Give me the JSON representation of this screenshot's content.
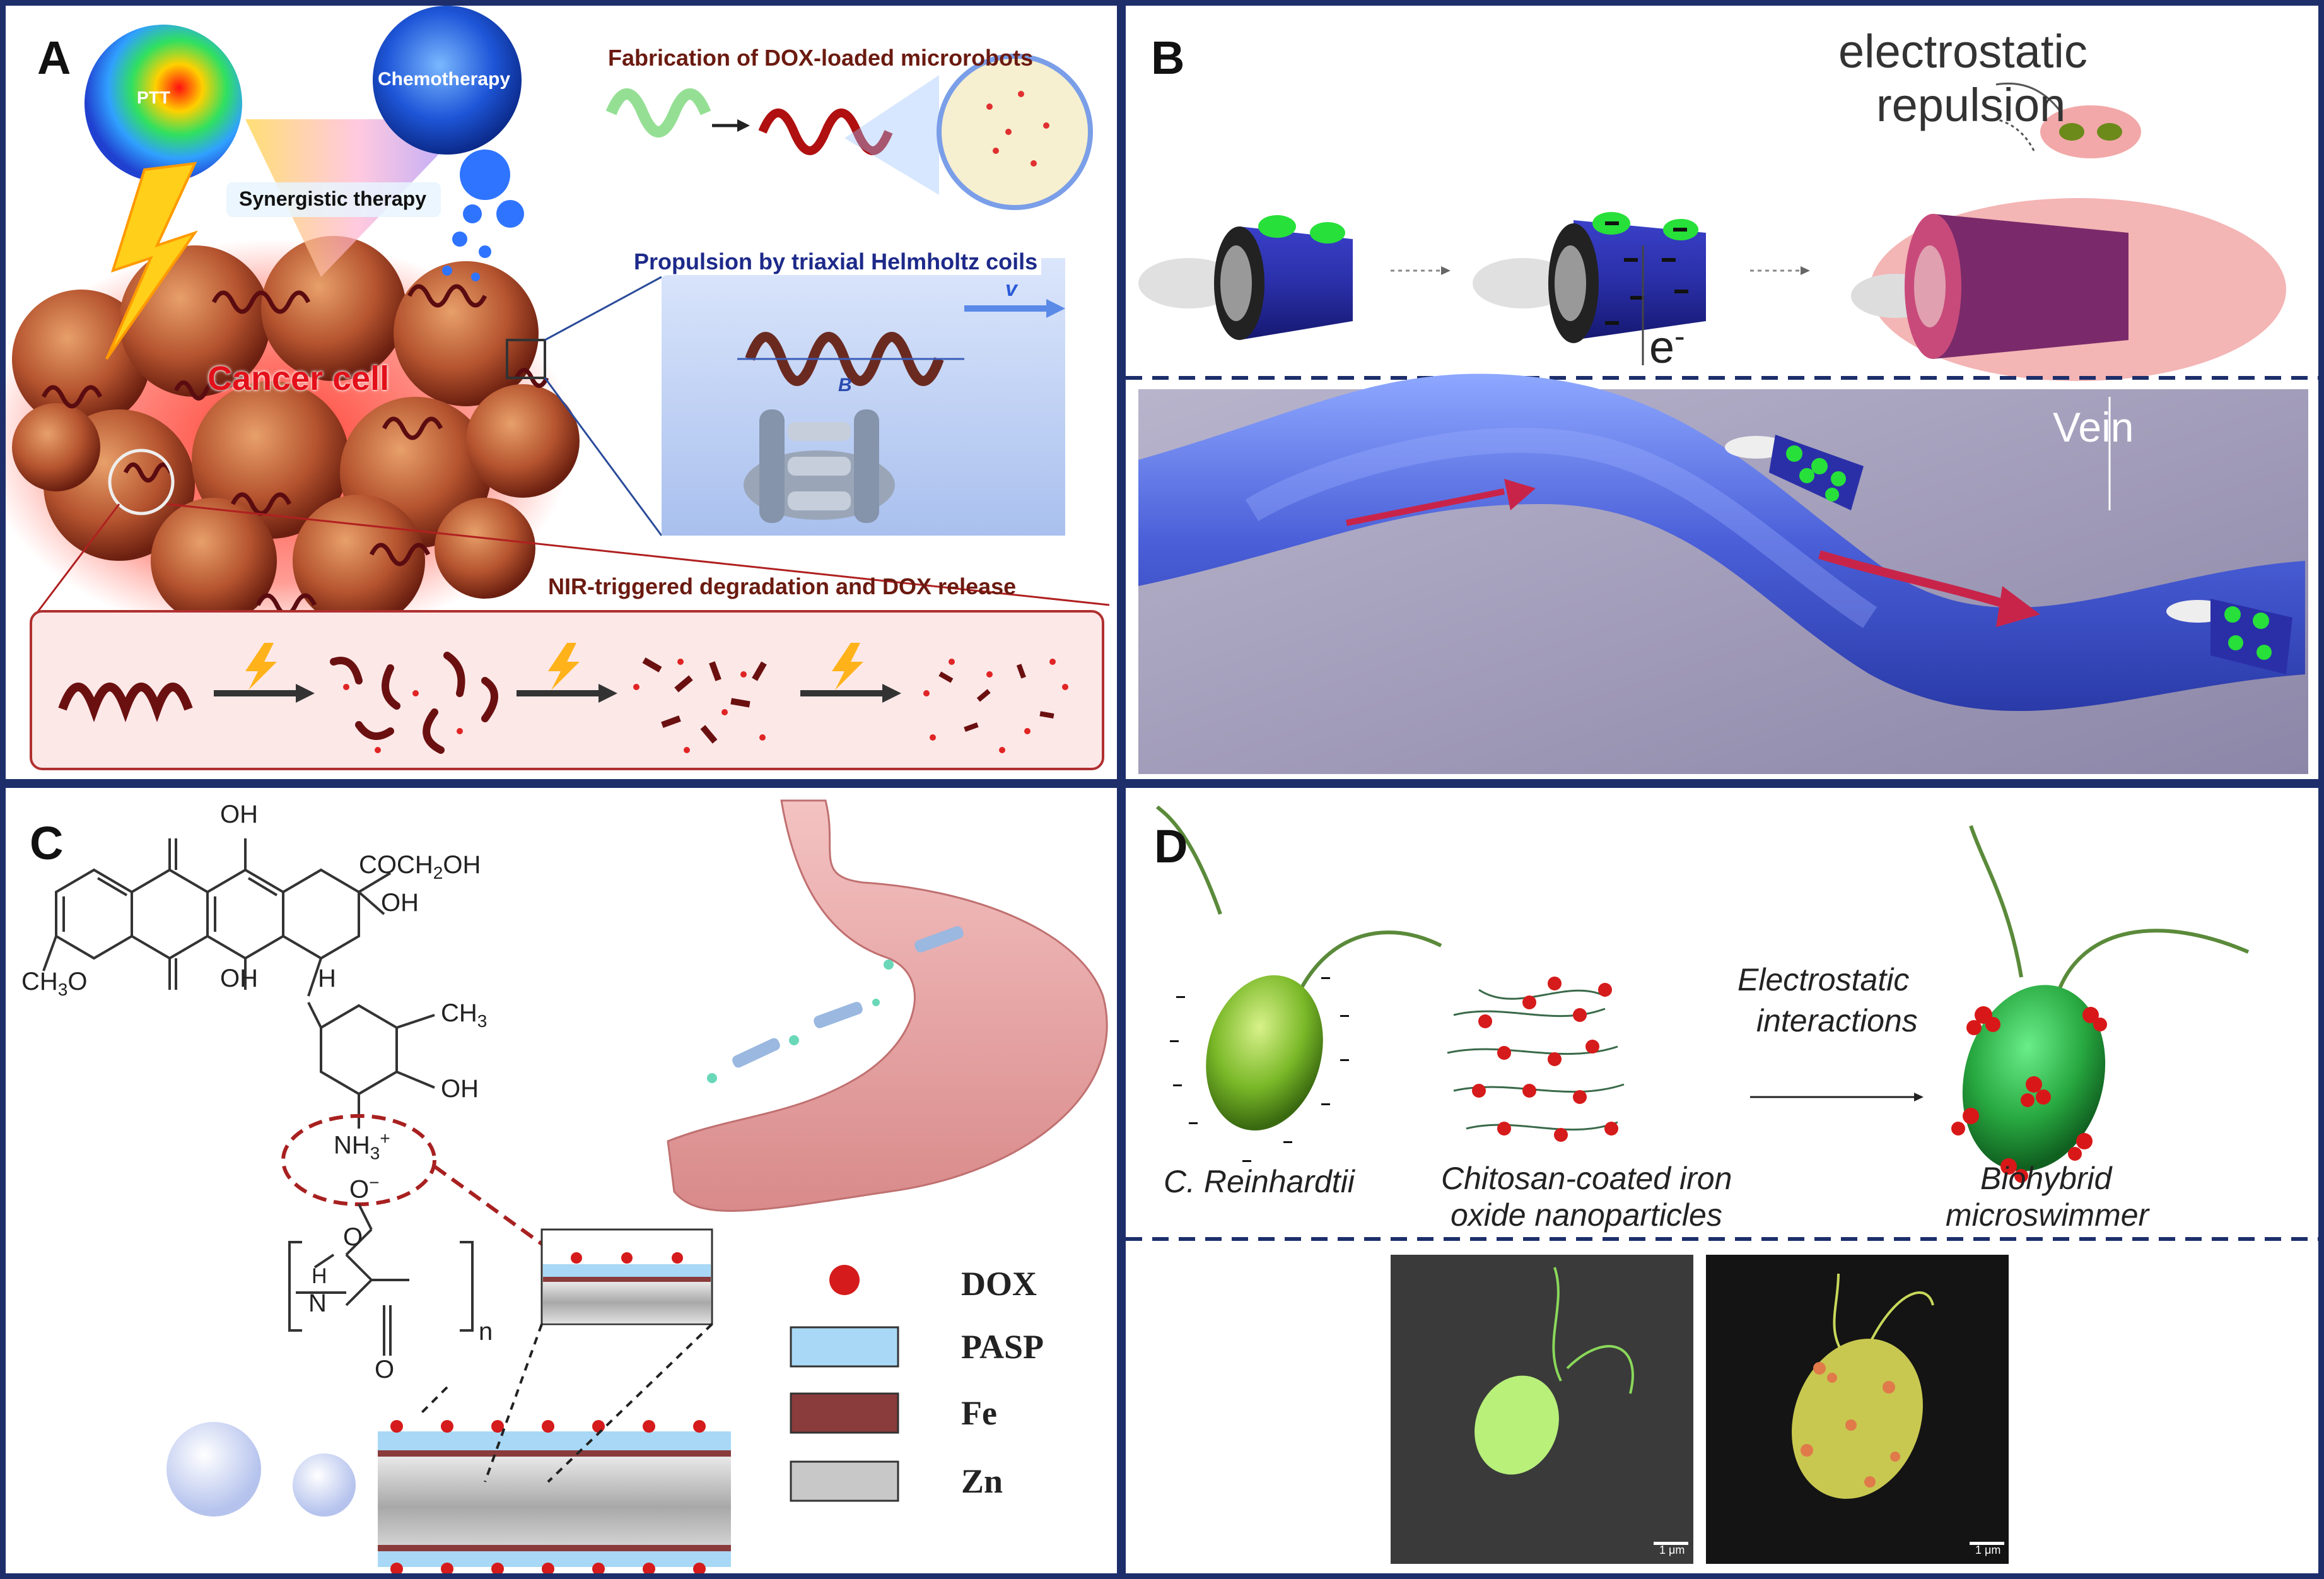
{
  "panels": {
    "a": {
      "letter": "A",
      "ptt": "PTT",
      "chemo": "Chemotherapy",
      "synergy": "Synergistic therapy",
      "cancer": "Cancer cell",
      "fabrication": "Fabrication of DOX-loaded microrobots",
      "propulsion": "Propulsion by triaxial Helmholtz coils",
      "v": "v",
      "b": "B",
      "nir": "NIR-triggered degradation and DOX release"
    },
    "b": {
      "letter": "B",
      "repulsion_line1": "electrostatic",
      "repulsion_line2": "repulsion",
      "electron": "e",
      "electron_sup": "-",
      "vein": "Vein"
    },
    "c": {
      "letter": "C",
      "oh1": "OH",
      "cooh": "COCH",
      "cooh_sub": "2",
      "cooh_end": "OH",
      "oh_ring": "OH",
      "h": "H",
      "och3": "CH",
      "och3_sub": "3",
      "och3_end": "O",
      "oh2": "OH",
      "ch3": "CH",
      "ch3_sub": "3",
      "oh3": "OH",
      "nh3": "NH",
      "nh3_sub": "3",
      "nh3_sup": "+",
      "o_minus": "O",
      "o_minus_sup": "−",
      "nh": "H",
      "n": "N",
      "o_top": "O",
      "o_bot": "O",
      "repeat_n": "n",
      "legend": [
        {
          "label": "DOX",
          "color": "#d51b1b"
        },
        {
          "label": "PASP",
          "color": "#a8d8f5"
        },
        {
          "label": "Fe",
          "color": "#8a3b3b"
        },
        {
          "label": "Zn",
          "color": "#c8c8c8"
        }
      ]
    },
    "d": {
      "letter": "D",
      "algae": "C. Reinhardtii",
      "np_line1": "Chitosan-coated iron",
      "np_line2": "oxide nanoparticles",
      "arrow_line1": "Electrostatic",
      "arrow_line2": "interactions",
      "hybrid_line1": "Biohybrid",
      "hybrid_line2": "microswimmer",
      "scale1": "1 μm",
      "scale2": "1 μm"
    }
  }
}
